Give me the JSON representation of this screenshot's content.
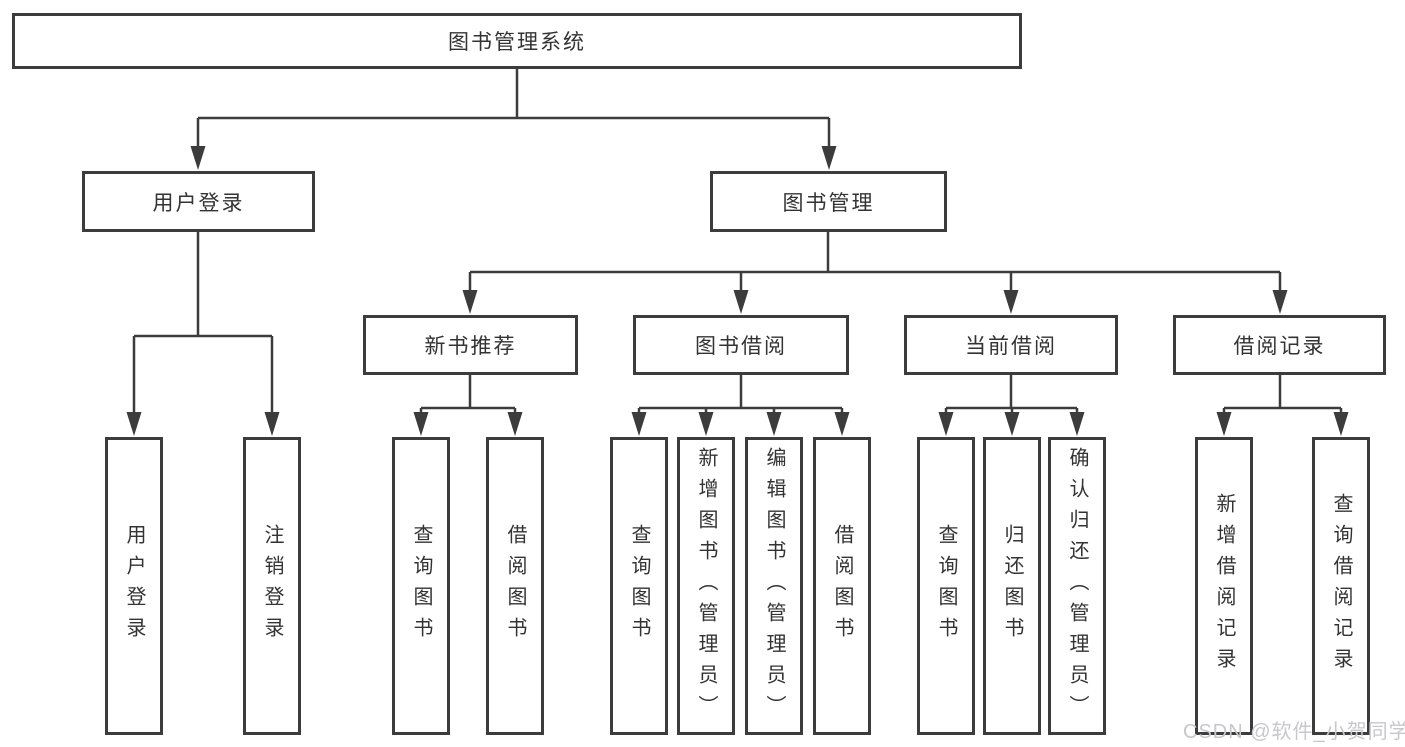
{
  "nodes": {
    "root": "图书管理系统",
    "user_login": "用户登录",
    "book_management": "图书管理",
    "new_book_recommend": "新书推荐",
    "book_borrow": "图书借阅",
    "current_borrow": "当前借阅",
    "borrow_records": "借阅记录",
    "user_login_leaf": "用户登录",
    "logout_leaf": "注销登录",
    "nb_query_books": "查询图书",
    "nb_borrow_books": "借阅图书",
    "bb_query_books": "查询图书",
    "bb_add_books_admin": "新增图书（管理员）",
    "bb_edit_books_admin": "编辑图书（管理员）",
    "bb_borrow_books": "借阅图书",
    "cb_query_books": "查询图书",
    "cb_return_books": "归还图书",
    "cb_confirm_return_admin": "确认归还（管理员）",
    "br_add_record": "新增借阅记录",
    "br_query_record": "查询借阅记录"
  },
  "watermark": "CSDN @软件_小贺同学",
  "colors": {
    "line": "#3c3c3c",
    "text": "#333333",
    "watermark": "#c7c7cc"
  }
}
